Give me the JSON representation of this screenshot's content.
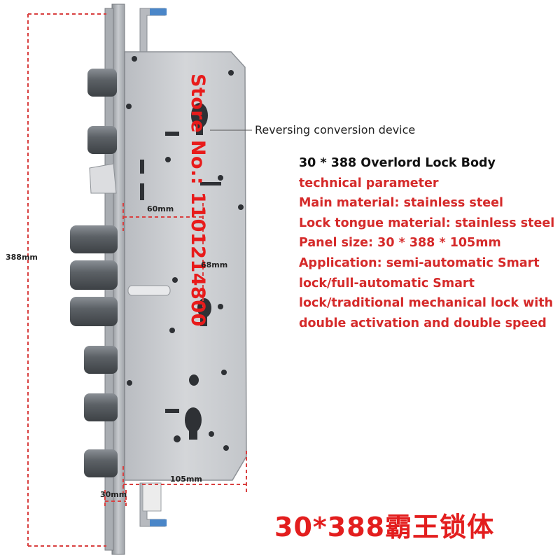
{
  "callout": {
    "label": "Reversing conversion device"
  },
  "specs": {
    "heading": "30 * 388 Overlord Lock Body",
    "lines": [
      "technical parameter",
      "Main material: stainless steel",
      "Lock tongue material: stainless steel",
      "Panel size: 30 * 388 * 105mm",
      "Application: semi-automatic Smart",
      "lock/full-automatic Smart",
      "lock/traditional mechanical lock with",
      "double activation and double speed"
    ]
  },
  "dimensions": {
    "height": "388mm",
    "width_top": "60mm",
    "depth_mid": "68mm",
    "panel_width": "105mm",
    "faceplate": "30mm"
  },
  "watermark": {
    "text": "Store No.: 1101214800"
  },
  "bottom_title": {
    "text": "30*388霸王锁体"
  },
  "colors": {
    "accent_red": "#e31e1e",
    "dim_line": "#d94040",
    "steel": "#c9ccd0"
  }
}
